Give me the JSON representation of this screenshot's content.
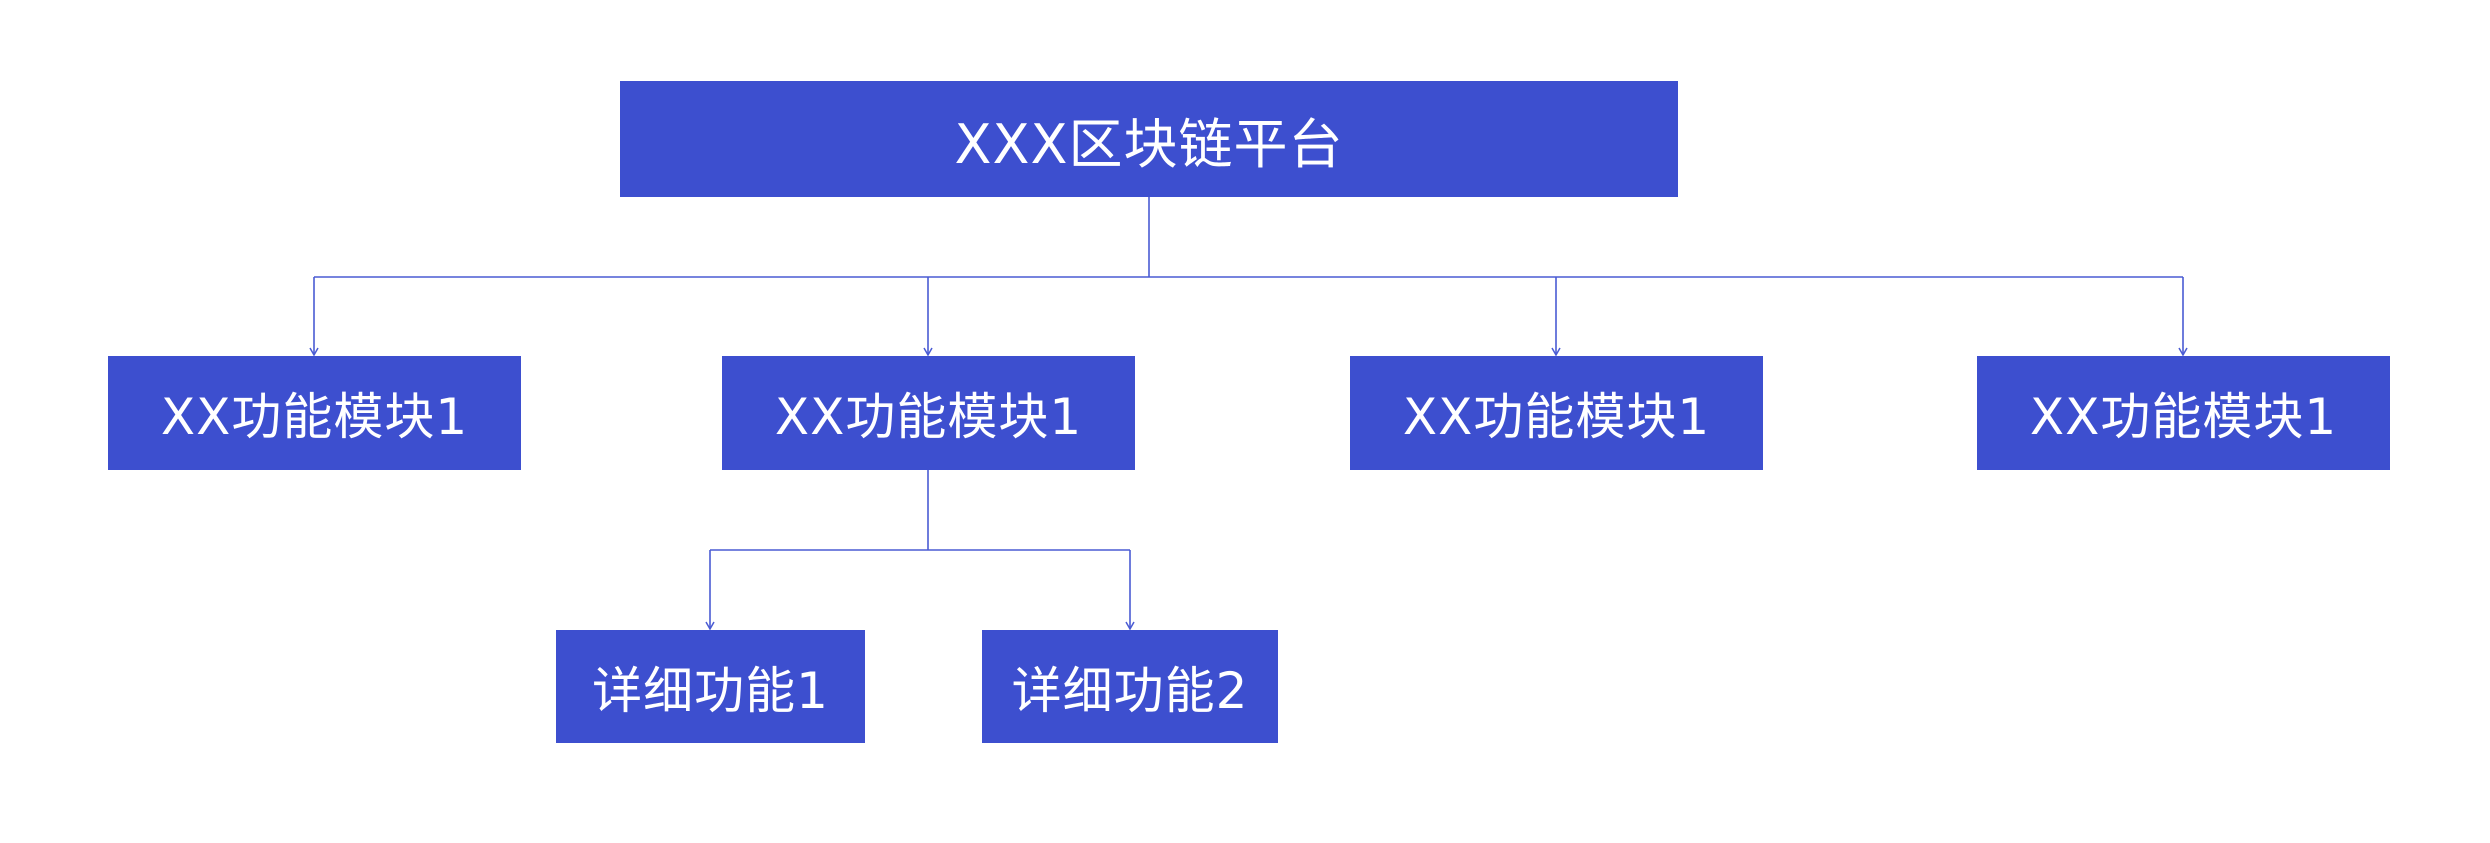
{
  "diagram": {
    "root": {
      "label": "XXX区块链平台"
    },
    "modules": [
      {
        "label": "XX功能模块1"
      },
      {
        "label": "XX功能模块1"
      },
      {
        "label": "XX功能模块1"
      },
      {
        "label": "XX功能模块1"
      }
    ],
    "details": [
      {
        "label": "详细功能1"
      },
      {
        "label": "详细功能2"
      }
    ]
  },
  "colors": {
    "node_fill": "#3d4fcf",
    "node_text": "#ffffff",
    "connector": "#4a5bd4",
    "background": "#ffffff"
  }
}
